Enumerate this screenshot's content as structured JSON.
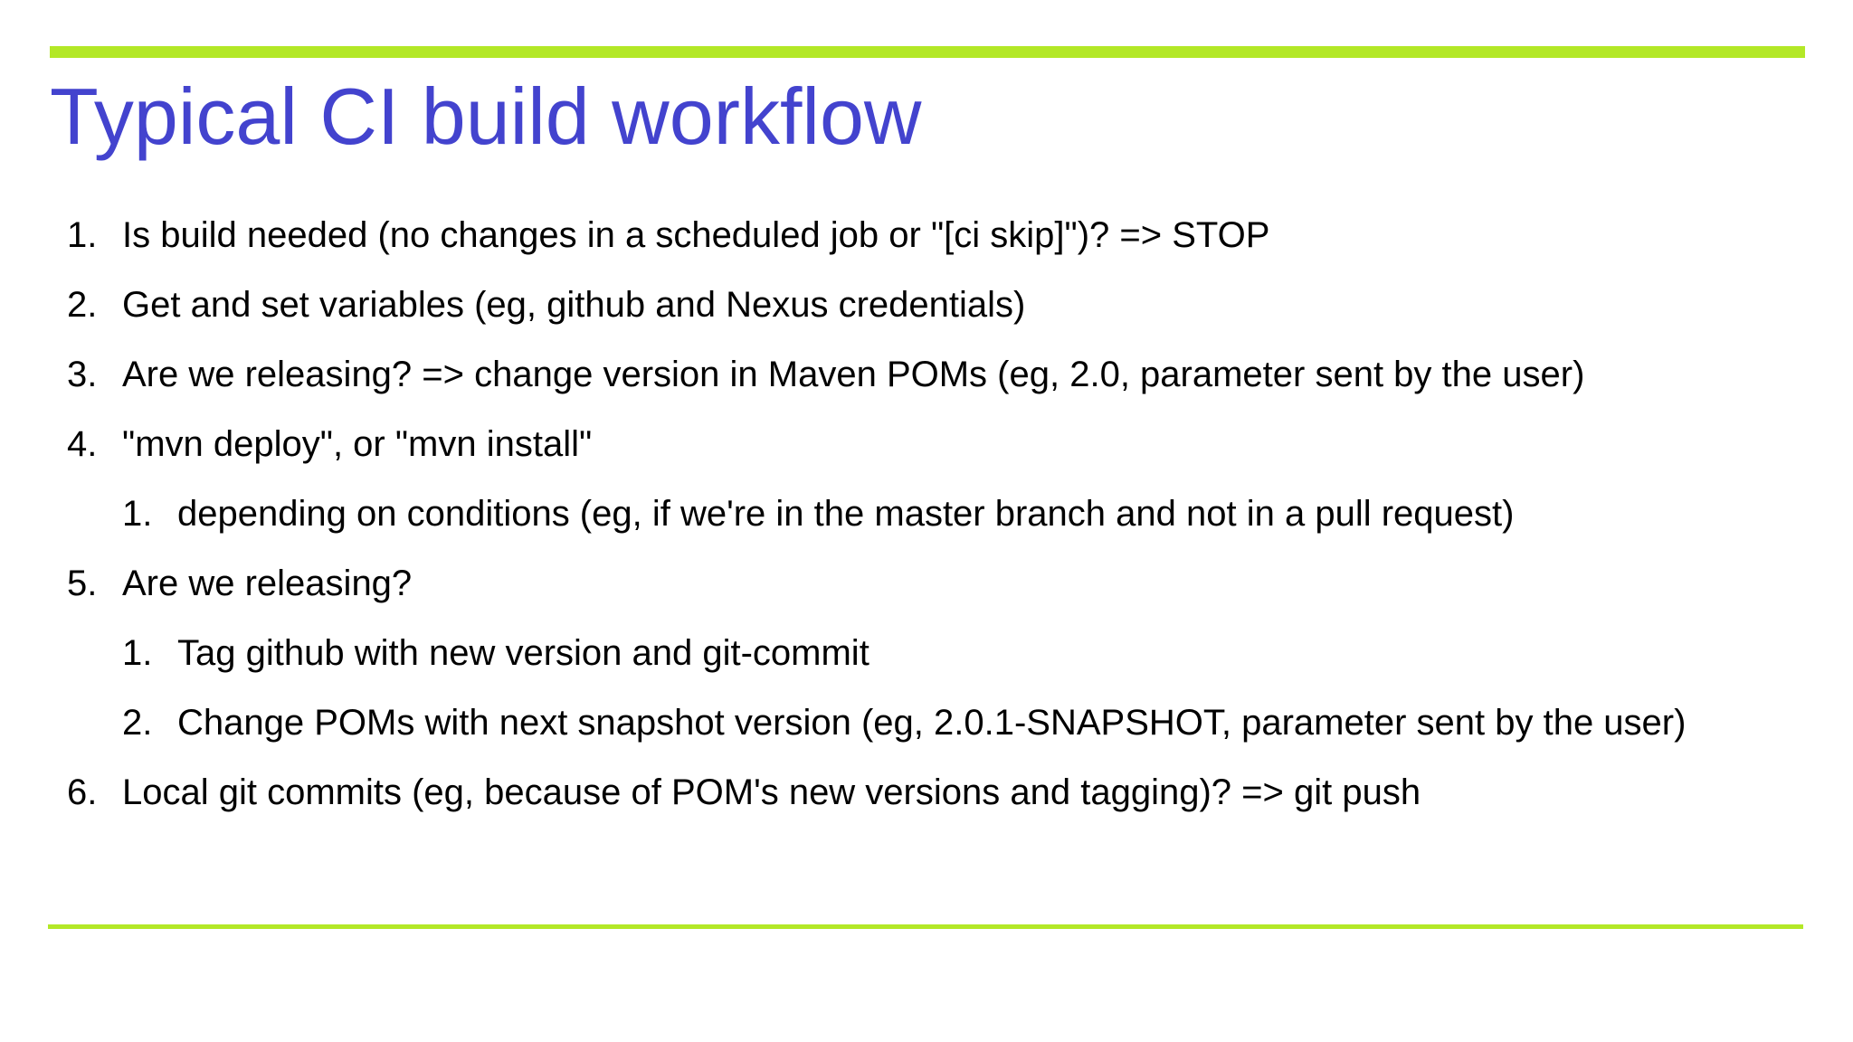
{
  "slide": {
    "title": "Typical CI build workflow",
    "colors": {
      "accent_green": "#b3e827",
      "title_blue": "#4343ce",
      "body_text": "#000000",
      "background": "#ffffff"
    }
  },
  "list": {
    "items": [
      {
        "number": "1.",
        "level": 1,
        "text": "Is build needed (no changes in a scheduled job or \"[ci skip]\")? => STOP"
      },
      {
        "number": "2.",
        "level": 1,
        "text": "Get and set variables (eg, github and Nexus credentials)"
      },
      {
        "number": "3.",
        "level": 1,
        "text": "Are we releasing? => change version in Maven POMs (eg, 2.0, parameter sent by the user)"
      },
      {
        "number": "4.",
        "level": 1,
        "text": "\"mvn deploy\", or \"mvn install\""
      },
      {
        "number": "1.",
        "level": 2,
        "text": "depending on conditions (eg, if we're in the master branch and not in a pull request)"
      },
      {
        "number": "5.",
        "level": 1,
        "text": "Are we releasing?"
      },
      {
        "number": "1.",
        "level": 2,
        "text": "Tag github with new version and git-commit"
      },
      {
        "number": "2.",
        "level": 2,
        "text": "Change POMs with next snapshot version (eg, 2.0.1-SNAPSHOT, parameter sent by the user)"
      },
      {
        "number": "6.",
        "level": 1,
        "text": "Local git commits (eg, because of POM's new versions and tagging)? => git push"
      }
    ]
  }
}
